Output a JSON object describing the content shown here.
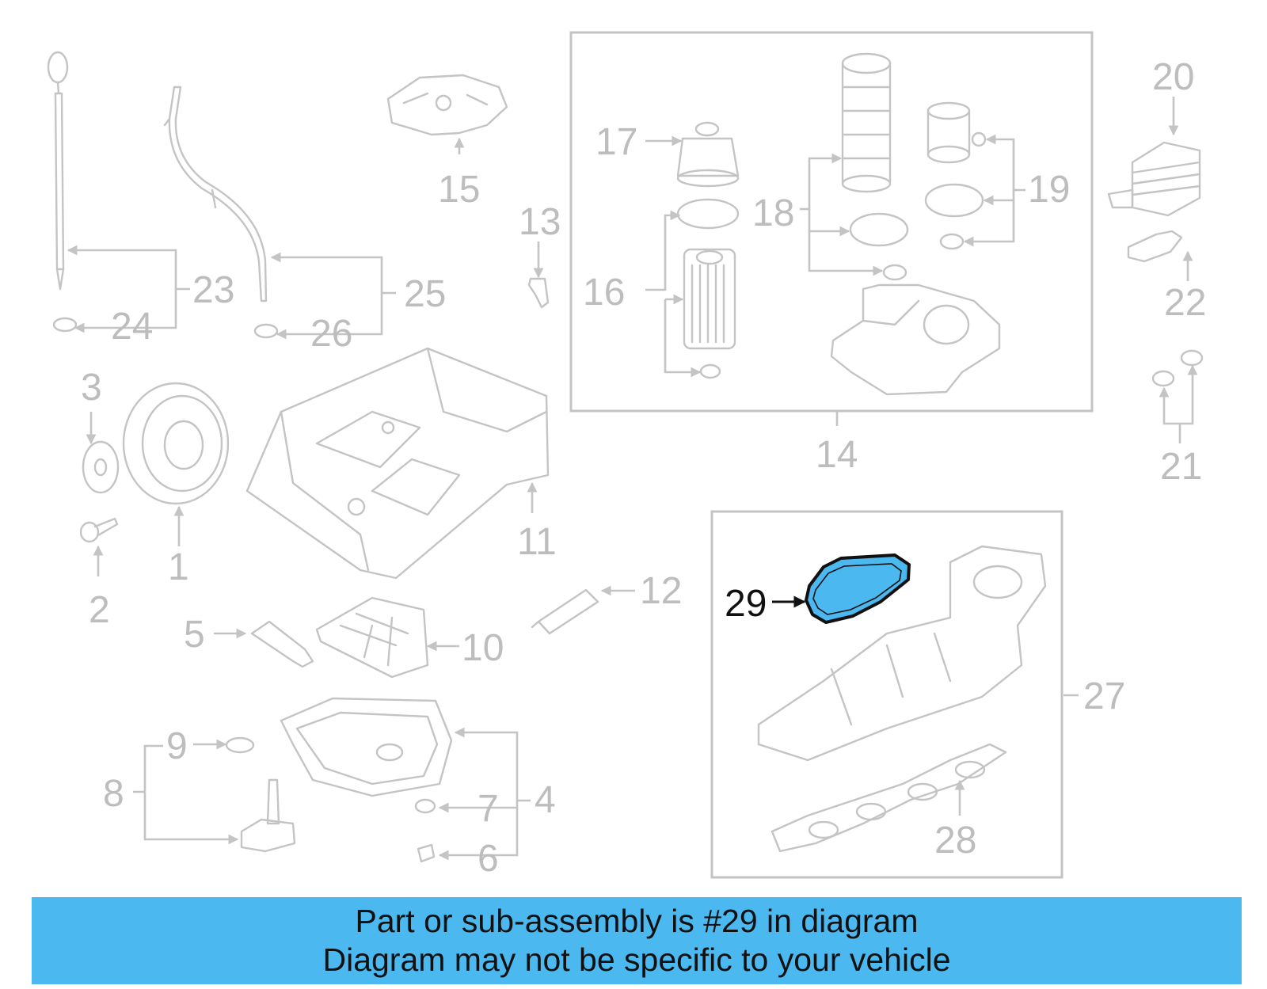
{
  "callouts": [
    {
      "id": "1",
      "label": "1"
    },
    {
      "id": "2",
      "label": "2"
    },
    {
      "id": "3",
      "label": "3"
    },
    {
      "id": "4",
      "label": "4"
    },
    {
      "id": "5",
      "label": "5"
    },
    {
      "id": "6",
      "label": "6"
    },
    {
      "id": "7",
      "label": "7"
    },
    {
      "id": "8",
      "label": "8"
    },
    {
      "id": "9",
      "label": "9"
    },
    {
      "id": "10",
      "label": "10"
    },
    {
      "id": "11",
      "label": "11"
    },
    {
      "id": "12",
      "label": "12"
    },
    {
      "id": "13",
      "label": "13"
    },
    {
      "id": "14",
      "label": "14"
    },
    {
      "id": "15",
      "label": "15"
    },
    {
      "id": "16",
      "label": "16"
    },
    {
      "id": "17",
      "label": "17"
    },
    {
      "id": "18",
      "label": "18"
    },
    {
      "id": "19",
      "label": "19"
    },
    {
      "id": "20",
      "label": "20"
    },
    {
      "id": "21",
      "label": "21"
    },
    {
      "id": "22",
      "label": "22"
    },
    {
      "id": "23",
      "label": "23"
    },
    {
      "id": "24",
      "label": "24"
    },
    {
      "id": "25",
      "label": "25"
    },
    {
      "id": "26",
      "label": "26"
    },
    {
      "id": "27",
      "label": "27"
    },
    {
      "id": "28",
      "label": "28"
    },
    {
      "id": "29",
      "label": "29",
      "highlighted": true
    }
  ],
  "colors": {
    "line_art": "#c4c4c4",
    "callout_text": "#bdbdbd",
    "highlight_fill": "#4bb8f0",
    "highlight_stroke": "#111111",
    "banner_background": "#4bb8f0",
    "banner_text": "#111111"
  },
  "banner": {
    "line1": "Part or sub-assembly is #29 in diagram",
    "line2": "Diagram may not be specific to your vehicle"
  }
}
